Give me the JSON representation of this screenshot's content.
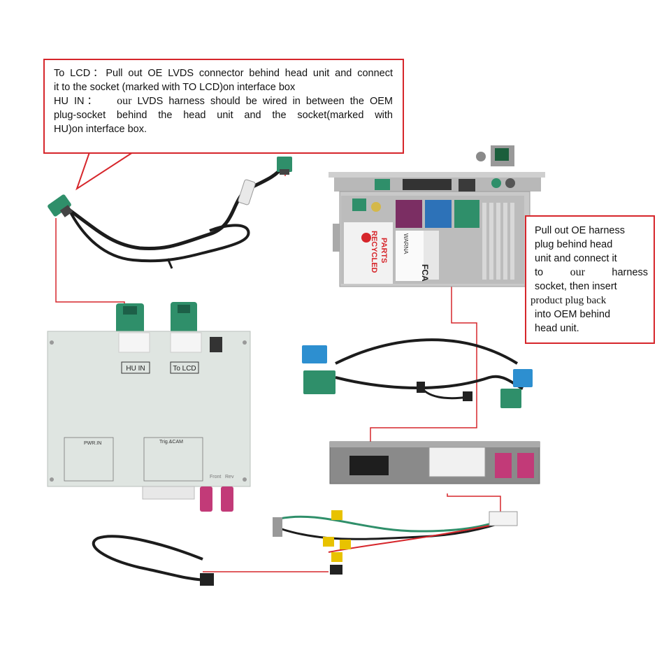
{
  "callouts": {
    "top": {
      "line1": "To LCD：Pull out OE LVDS connector behind head unit and connect",
      "line2": "it to the socket (marked with TO LCD)on interface box",
      "line3_prefix": "HU IN：",
      "line3_word": "our",
      "line3_rest": "LVDS harness should be wired in between the OEM",
      "line4": "plug-socket behind the head unit and the socket(marked with",
      "line5": "HU)on interface box."
    },
    "right": {
      "line1": "Pull out OE harness",
      "line2": "plug behind head",
      "line3": "unit and connect it",
      "line4_prefix": "to",
      "line4_word": "our",
      "line4_rest": "harness",
      "line5": "socket, then insert",
      "line6": "product plug back",
      "line7": "into OEM behind",
      "line8": "head unit."
    }
  },
  "interface_box": {
    "port_hu_in": "HU IN",
    "port_to_lcd": "To LCD",
    "port_front": "Front",
    "port_rev": "Rev",
    "panel_pwr": "PWR.IN",
    "panel_trig": "Trig.&CAM"
  },
  "head_unit": {
    "sticker_recycled": "RECYCLED",
    "sticker_parts": "PARTS",
    "brand": "FCA",
    "warning": "WARNA"
  },
  "colors": {
    "callout_border": "#d6262b",
    "connector_green": "#2f8f6a",
    "connector_blue": "#2d8fd0",
    "connector_pink": "#c23a78",
    "rca_yellow": "#e8c200"
  }
}
